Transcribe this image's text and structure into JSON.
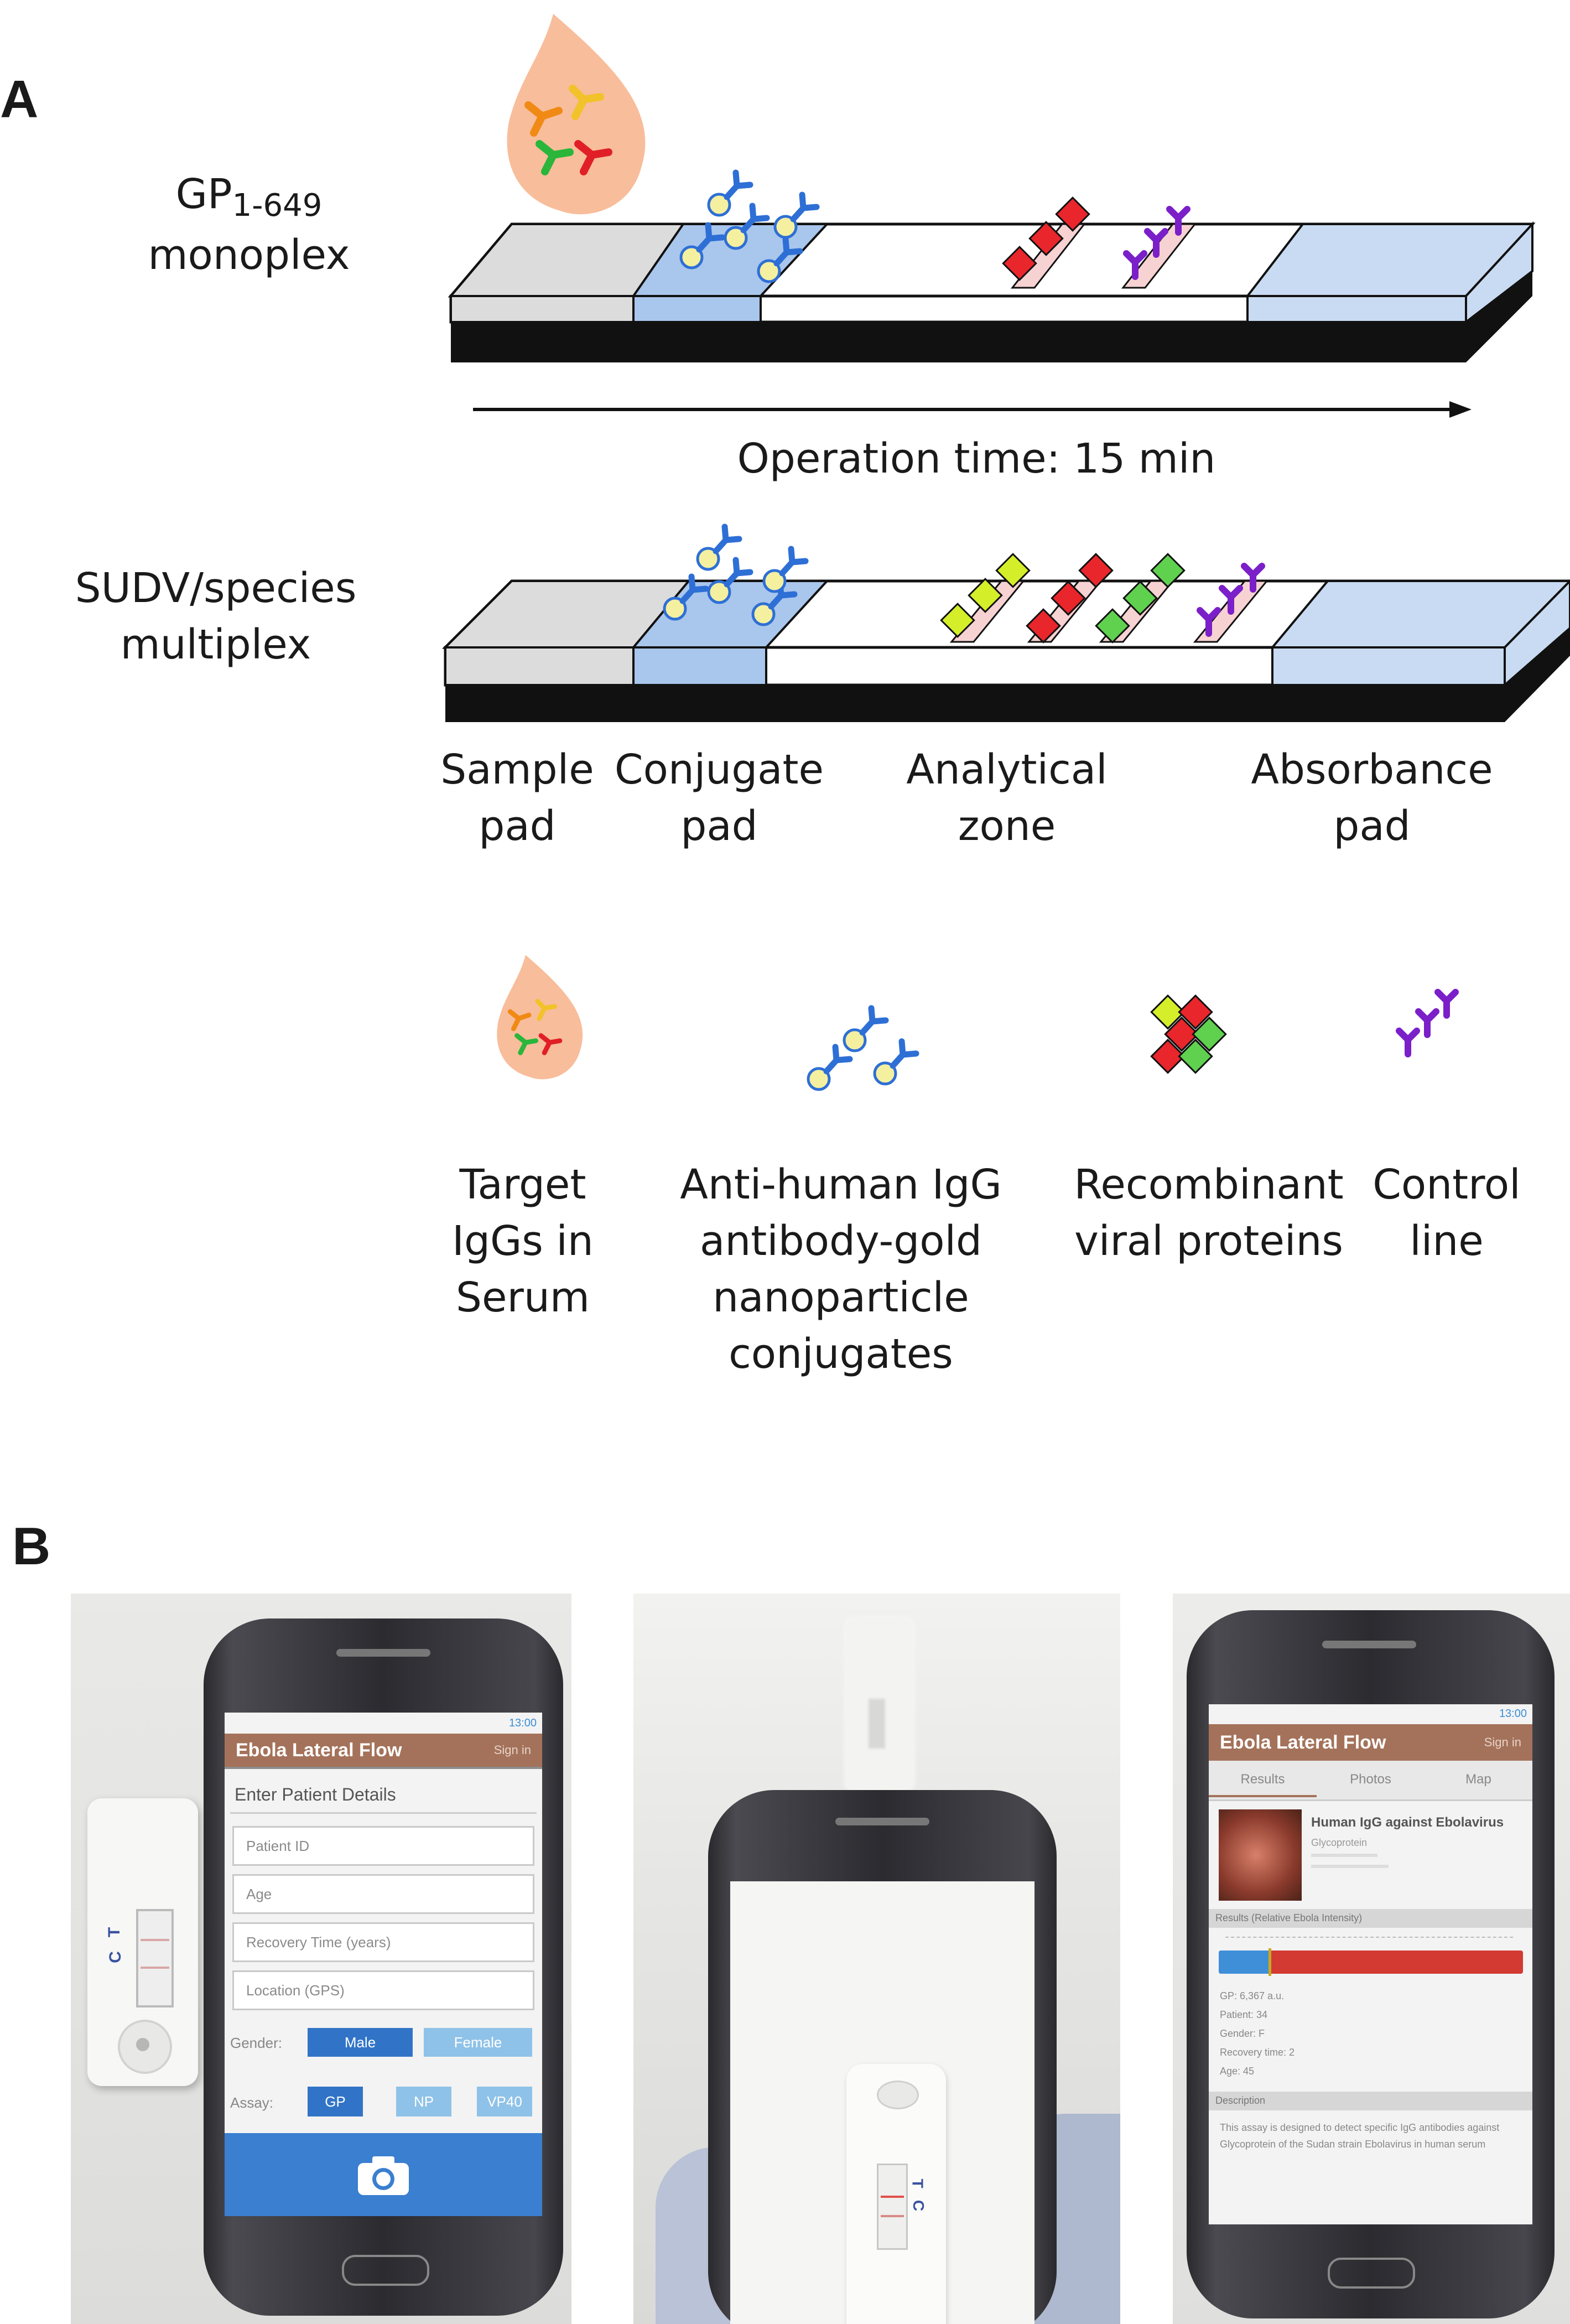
{
  "panels": {
    "a": "A",
    "b": "B"
  },
  "panel_a": {
    "row1_label": {
      "main": "GP",
      "sub": "1-649",
      "line2": "monoplex"
    },
    "operation_time": "Operation  time: 15 min",
    "row2_label": {
      "line1": "SUDV/species",
      "line2": "multiplex"
    },
    "strip_labels": [
      {
        "line1": "Sample",
        "line2": "pad"
      },
      {
        "line1": "Conjugate",
        "line2": "pad"
      },
      {
        "line1": "Analytical",
        "line2": "zone"
      },
      {
        "line1": "Absorbance",
        "line2": "pad"
      }
    ],
    "legend": [
      {
        "lines": [
          "Target",
          "IgGs in",
          "Serum"
        ]
      },
      {
        "lines": [
          "Anti-human IgG",
          "antibody-gold",
          "nanoparticle",
          "conjugates"
        ]
      },
      {
        "lines": [
          "Recombinant",
          "viral proteins"
        ]
      },
      {
        "lines": [
          "Control",
          "line"
        ]
      }
    ]
  },
  "phone1": {
    "status_time": "13:00",
    "app_title": "Ebola Lateral Flow",
    "sign_in": "Sign in",
    "section_title": "Enter Patient Details",
    "fields": {
      "patient_id": "Patient ID",
      "age": "Age",
      "recovery": "Recovery Time (years)",
      "location": "Location (GPS)"
    },
    "gender_label": "Gender:",
    "gender_male": "Male",
    "gender_female": "Female",
    "assay_label": "Assay:",
    "assay_gp": "GP",
    "assay_np": "NP",
    "assay_vp40": "VP40"
  },
  "cassette": {
    "t": "T",
    "c": "C"
  },
  "phone3": {
    "status_time": "13:00",
    "app_title": "Ebola Lateral Flow",
    "sign_in": "Sign in",
    "tabs": {
      "results": "Results",
      "photos": "Photos",
      "map": "Map"
    },
    "card_title": "Human IgG against Ebolavirus",
    "card_sub": "Glycoprotein",
    "results_header": "Results (Relative Ebola Intensity)",
    "stats": [
      "GP: 6,367 a.u.",
      "Patient: 34",
      "Gender: F",
      "Recovery time: 2",
      "Age: 45"
    ],
    "description_header": "Description",
    "description": "This assay is designed to detect specific IgG antibodies against Glycoprotein of the Sudan strain Ebolavirus in human serum",
    "colors": {
      "bar_blue": "#3f8fd8",
      "bar_red": "#d33a32",
      "appbar": "#a4725a"
    }
  },
  "colors": {
    "antibody_blue": "#2e6fd6",
    "gold_particle": "#f5f0a0",
    "conjugate_pad": "#a9c6ec",
    "absorbance_pad": "#c9dbf2",
    "sample_pad": "#dcdcdc",
    "test_line": "#f7d2d2",
    "red_protein": "#e8262b",
    "green_protein": "#5fd14f",
    "yellow_protein": "#d4ee2a",
    "control_purple": "#7b1fc9"
  }
}
